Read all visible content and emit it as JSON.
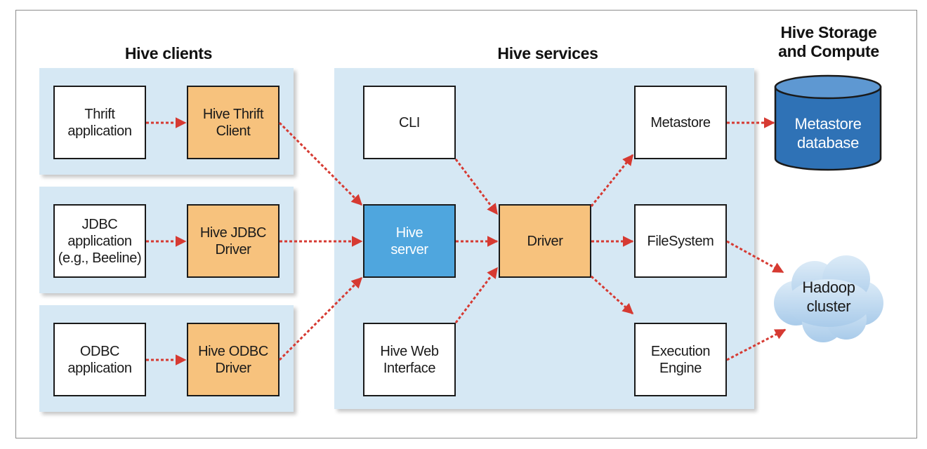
{
  "headings": {
    "clients": "Hive clients",
    "services": "Hive services",
    "storage": "Hive Storage\nand Compute"
  },
  "clients": {
    "thrift_app": "Thrift\napplication",
    "thrift_client": "Hive Thrift\nClient",
    "jdbc_app": "JDBC\napplication\n(e.g., Beeline)",
    "jdbc_driver": "Hive JDBC\nDriver",
    "odbc_app": "ODBC\napplication",
    "odbc_driver": "Hive ODBC\nDriver"
  },
  "services": {
    "cli": "CLI",
    "hive_server": "Hive\nserver",
    "web_interface": "Hive Web\nInterface",
    "driver": "Driver",
    "metastore": "Metastore",
    "filesystem": "FileSystem",
    "execution_engine": "Execution\nEngine"
  },
  "storage": {
    "metastore_db": "Metastore\ndatabase",
    "hadoop_cluster": "Hadoop\ncluster"
  },
  "colors": {
    "group_bg": "#d6e8f4",
    "orange_box": "#f7c27d",
    "blue_box": "#4fa6de",
    "arrow": "#d63a32",
    "database": "#2f72b6",
    "cloud": "#bcd7ee"
  }
}
